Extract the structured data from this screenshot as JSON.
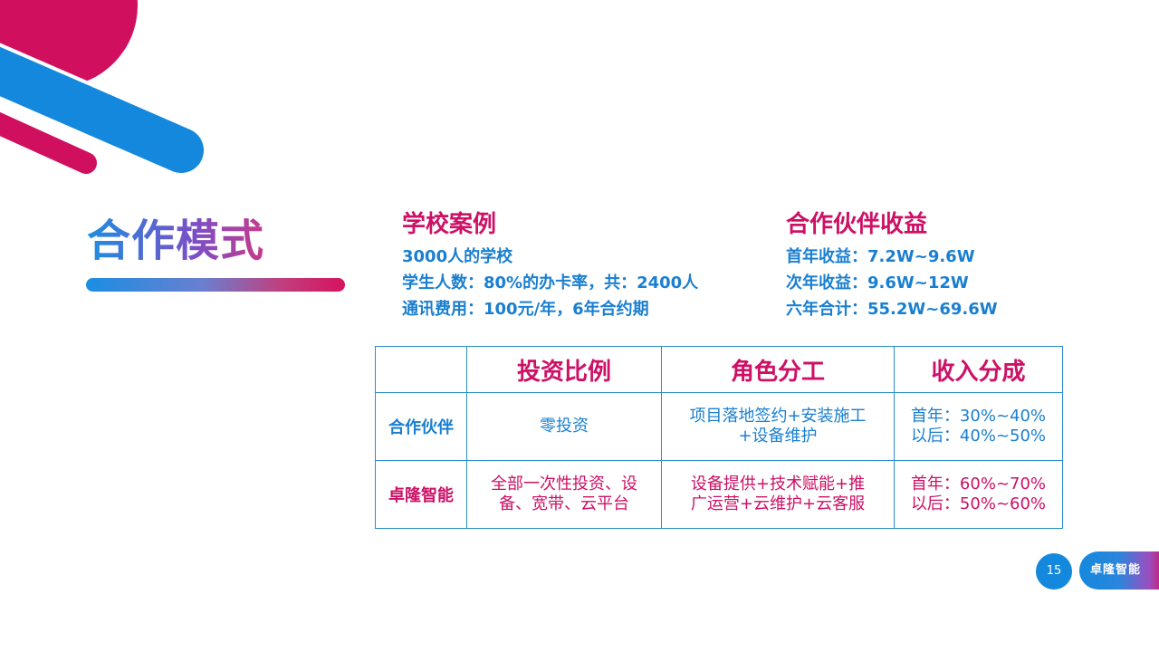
{
  "title": "合作模式",
  "school_case": {
    "heading": "学校案例",
    "lines": [
      "3000人的学校",
      "学生人数：80%的办卡率，共：2400人",
      "通讯费用：100元/年，6年合约期"
    ]
  },
  "partner_income": {
    "heading": "合作伙伴收益",
    "lines": [
      "首年收益：7.2W~9.6W",
      "次年收益：9.6W~12W",
      "六年合计：55.2W~69.6W"
    ]
  },
  "table": {
    "headers": [
      "",
      "投资比例",
      "角色分工",
      "收入分成"
    ],
    "rows": [
      {
        "label": "合作伙伴",
        "invest": [
          "零投资"
        ],
        "role": [
          "项目落地签约+安装施工",
          "+设备维护"
        ],
        "share": [
          "首年：30%~40%",
          "以后：40%~50%"
        ]
      },
      {
        "label": "卓隆智能",
        "invest": [
          "全部一次性投资、设",
          "备、宽带、云平台"
        ],
        "role": [
          "设备提供+技术赋能+推",
          "广运营+云维护+云客服"
        ],
        "share": [
          "首年：60%~70%",
          "以后：50%~60%"
        ]
      }
    ]
  },
  "page_number": "15",
  "brand": "卓隆智能",
  "colors": {
    "pink": "#cc1166",
    "blue": "#1a7fd0",
    "border": "#2a8fc8"
  }
}
